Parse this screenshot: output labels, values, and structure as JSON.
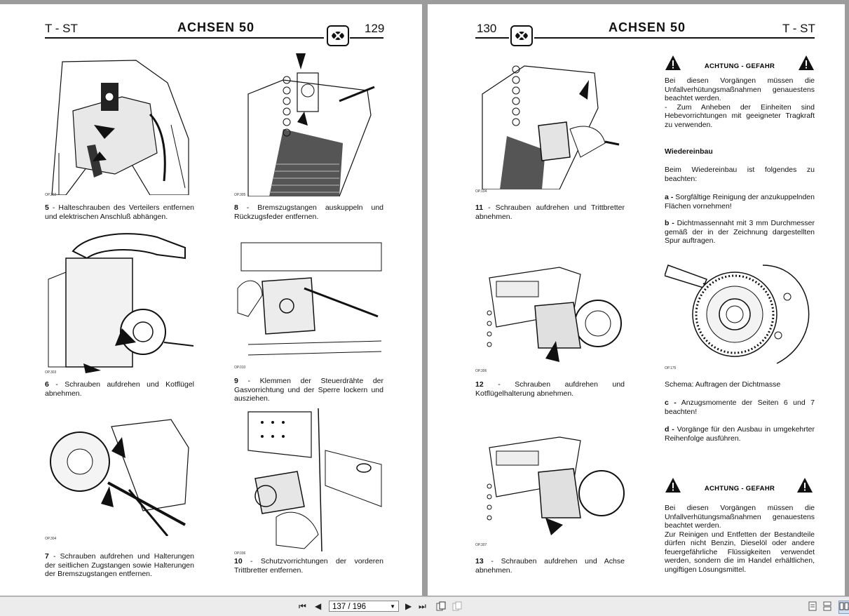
{
  "left_page": {
    "header_left": "T - ST",
    "title": "ACHSEN 50",
    "page_number": "129",
    "figures": [
      {
        "code": "OP.302",
        "num": "5",
        "text": " - Halteschrauben des Verteilers entfernen und elektrischen Anschluß abhängen."
      },
      {
        "code": "OP.305",
        "num": "8",
        "text": " - Bremszugstangen auskuppeln und Rückzugsfeder entfernen."
      },
      {
        "code": "OP.303",
        "num": "6",
        "text": " - Schrauben aufdrehen und Kotflügel abnehmen."
      },
      {
        "code": "OP.010",
        "num": "9",
        "text": " - Klemmen der Steuerdrähte der Gasvorrichtung und der Sperre lockern und ausziehen."
      },
      {
        "code": "OP.304",
        "num": "7",
        "text": " - Schrauben aufdrehen und Halterungen der seitlichen Zugstangen sowie Halterungen der Bremszugstangen entfernen."
      },
      {
        "code": "OP.036",
        "num": "10",
        "text": " - Schutzvorrichtungen der vorderen Trittbretter entfernen."
      }
    ]
  },
  "right_page": {
    "page_number": "130",
    "title": "ACHSEN 50",
    "header_right": "T - ST",
    "figures": [
      {
        "code": "OP.104",
        "num": "11",
        "text": " - Schrauben aufdrehen und Trittbretter abnehmen."
      },
      {
        "code": "OP.306",
        "num": "12",
        "text": " - Schrauben aufdrehen und Kotflügelhalterung abnehmen."
      },
      {
        "code": "OP.307",
        "num": "13",
        "text": " - Schrauben aufdrehen und Achse abnehmen."
      }
    ],
    "warning1": {
      "title": "ACHTUNG - GEFAHR",
      "text": "Bei diesen Vorgängen müssen die Unfallverhütungsmaßnahmen genauestens beachtet werden.\n- Zum Anheben der Einheiten sind Hebevorrichtungen mit geeigneter Tragkraft zu verwenden."
    },
    "reassembly_heading": "Wiedereinbau",
    "reassembly_intro": "Beim Wiedereinbau ist folgendes zu beachten:",
    "step_a_label": "a -",
    "step_a": " Sorgfältige Reinigung der anzukuppelnden Flächen vornehmen!",
    "step_b_label": "b -",
    "step_b": " Dichtmassennaht mit 3 mm Durchmesser gemäß der in der Zeichnung dargestellten Spur auftragen.",
    "diagram_code": "OP.175",
    "diagram_caption": "Schema: Auftragen der Dichtmasse",
    "step_c_label": "c -",
    "step_c": " Anzugsmomente der Seiten 6 und 7 beachten!",
    "step_d_label": "d -",
    "step_d": " Vorgänge für den Ausbau in umgekehrter Reihenfolge ausführen.",
    "warning2": {
      "title": "ACHTUNG - GEFAHR",
      "text": "Bei diesen Vorgängen müssen die Unfallverhütungsmaßnahmen genauestens beachtet werden.\nZur Reinigen und Entfetten der Bestandteile dürfen nicht Benzin, Dieselöl oder andere feuergefährliche Flüssigkeiten verwendet werden, sondern die im Handel erhältlichen, ungiftigen Lösungsmittel."
    }
  },
  "toolbar": {
    "page_indicator": "137 / 196"
  }
}
